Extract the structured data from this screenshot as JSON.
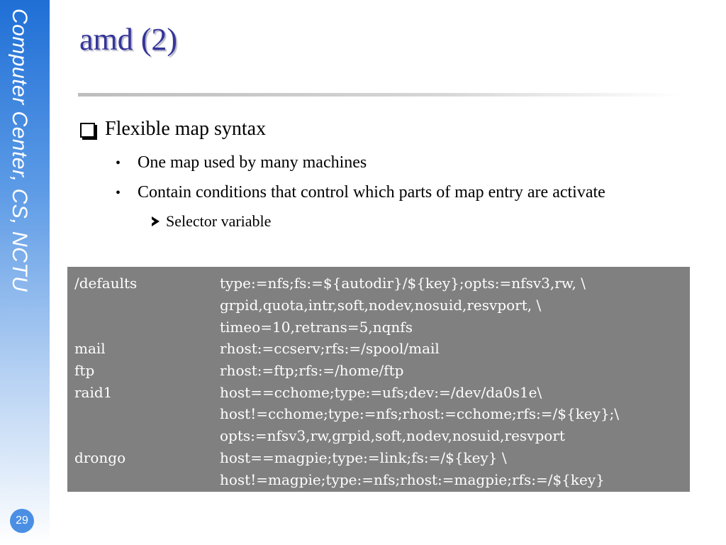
{
  "sidebar": {
    "label": "Computer Center, CS, NCTU"
  },
  "page_number": "29",
  "title": "amd (2)",
  "bullets": {
    "l1": "Flexible map syntax",
    "l2": [
      "One map used by many machines",
      "Contain conditions that control which parts of map entry are activate"
    ],
    "l3": "Selector variable"
  },
  "code": [
    {
      "key": "/defaults",
      "value": "type:=nfs;fs:=${autodir}/${key};opts:=nfsv3,rw, \\"
    },
    {
      "key": "",
      "value": "grpid,quota,intr,soft,nodev,nosuid,resvport, \\"
    },
    {
      "key": "",
      "value": "timeo=10,retrans=5,nqnfs"
    },
    {
      "key": "mail",
      "value": "rhost:=ccserv;rfs:=/spool/mail"
    },
    {
      "key": "ftp",
      "value": "rhost:=ftp;rfs:=/home/ftp"
    },
    {
      "key": "raid1",
      "value": "host==cchome;type:=ufs;dev:=/dev/da0s1e\\"
    },
    {
      "key": "",
      "value": "host!=cchome;type:=nfs;rhost:=cchome;rfs:=/${key};\\"
    },
    {
      "key": "",
      "value": "opts:=nfsv3,rw,grpid,soft,nodev,nosuid,resvport"
    },
    {
      "key": "drongo",
      "value": "host==magpie;type:=link;fs:=/${key} \\"
    },
    {
      "key": "",
      "value": "host!=magpie;type:=nfs;rhost:=magpie;rfs:=/${key}"
    }
  ]
}
